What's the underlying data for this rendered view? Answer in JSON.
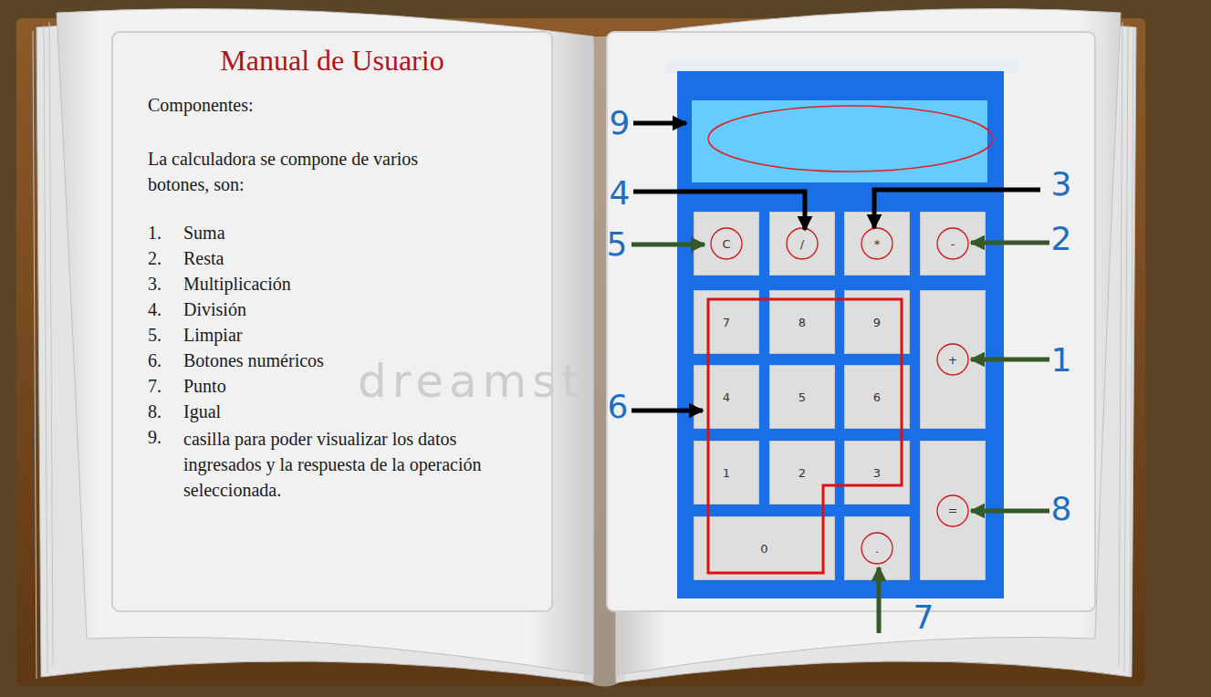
{
  "diagram": {
    "title": "Manual de Usuario",
    "nodes": [
      {
        "text": [
          "C"
        ]
      },
      {
        "text": [
          "/"
        ]
      },
      {
        "text": [
          "*"
        ]
      },
      {
        "text": [
          "-"
        ]
      },
      {
        "text": [
          "7"
        ]
      },
      {
        "text": [
          "8"
        ]
      },
      {
        "text": [
          "9"
        ]
      },
      {
        "text": [
          "+"
        ]
      },
      {
        "text": [
          "4"
        ]
      },
      {
        "text": [
          "5"
        ]
      },
      {
        "text": [
          "6"
        ]
      },
      {
        "text": [
          "1"
        ]
      },
      {
        "text": [
          "2"
        ]
      },
      {
        "text": [
          "3"
        ]
      },
      {
        "text": [
          "="
        ]
      },
      {
        "text": [
          "0"
        ]
      },
      {
        "text": [
          "."
        ]
      }
    ],
    "labels": [
      "Componentes:",
      "La calculadora se compone de varios botones, son:",
      "1.",
      "Suma",
      "2.",
      "Resta",
      "3.",
      "Multiplicación",
      "4.",
      "División",
      "5.",
      "Limpiar",
      "6.",
      "Botones numéricos",
      "7.",
      "Punto",
      "8.",
      "Igual",
      "9.",
      "casilla para poder visualizar los datos ingresados y la respuesta de la operación seleccionada.",
      "dreamst",
      "9",
      "4",
      "3",
      "5",
      "2",
      "1",
      "6",
      "8",
      "7"
    ]
  }
}
